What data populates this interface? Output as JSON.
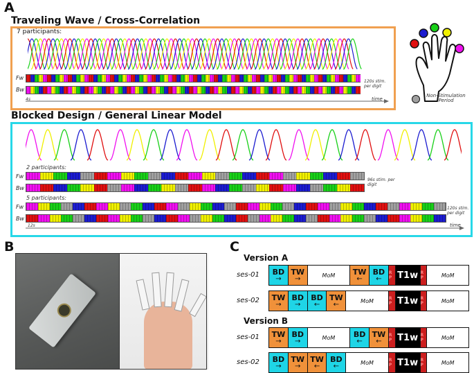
{
  "panel_a": {
    "letter": "A",
    "traveling_title": "Traveling Wave / Cross-Correlation",
    "tw_participants": "7 participants:",
    "fw": "Fw",
    "bw": "Bw",
    "tw_stim_note": "120s stim. per digit",
    "tw_time_tick": "4s",
    "time": "time",
    "blocked_title": "Blocked Design / General Linear Model",
    "bd_participants_2": "2 participants:",
    "bd_participants_5": "5 participants:",
    "bd_stim_note_96": "96s stim. per digit",
    "bd_stim_note_120": "120s stim. per digit",
    "bd_time_tick": "12s",
    "legend_label": "Non-Stimulation Period"
  },
  "panel_b": {
    "letter": "B"
  },
  "panel_c": {
    "letter": "C",
    "version_a": "Version A",
    "version_b": "Version B",
    "ses01": "ses-01",
    "ses02": "ses-02",
    "labels": {
      "TW": "TW",
      "BD": "BD",
      "MoM": "MoM",
      "RP": "R P",
      "T1w": "T1w"
    }
  },
  "colors": {
    "thumb": "#e01010",
    "index": "#1c1cd0",
    "middle": "#18d018",
    "ring": "#f0f000",
    "little": "#f010f0",
    "rest": "#a0a0a0",
    "tw_box": "#f0a050",
    "bd_box": "#27d8e8"
  }
}
